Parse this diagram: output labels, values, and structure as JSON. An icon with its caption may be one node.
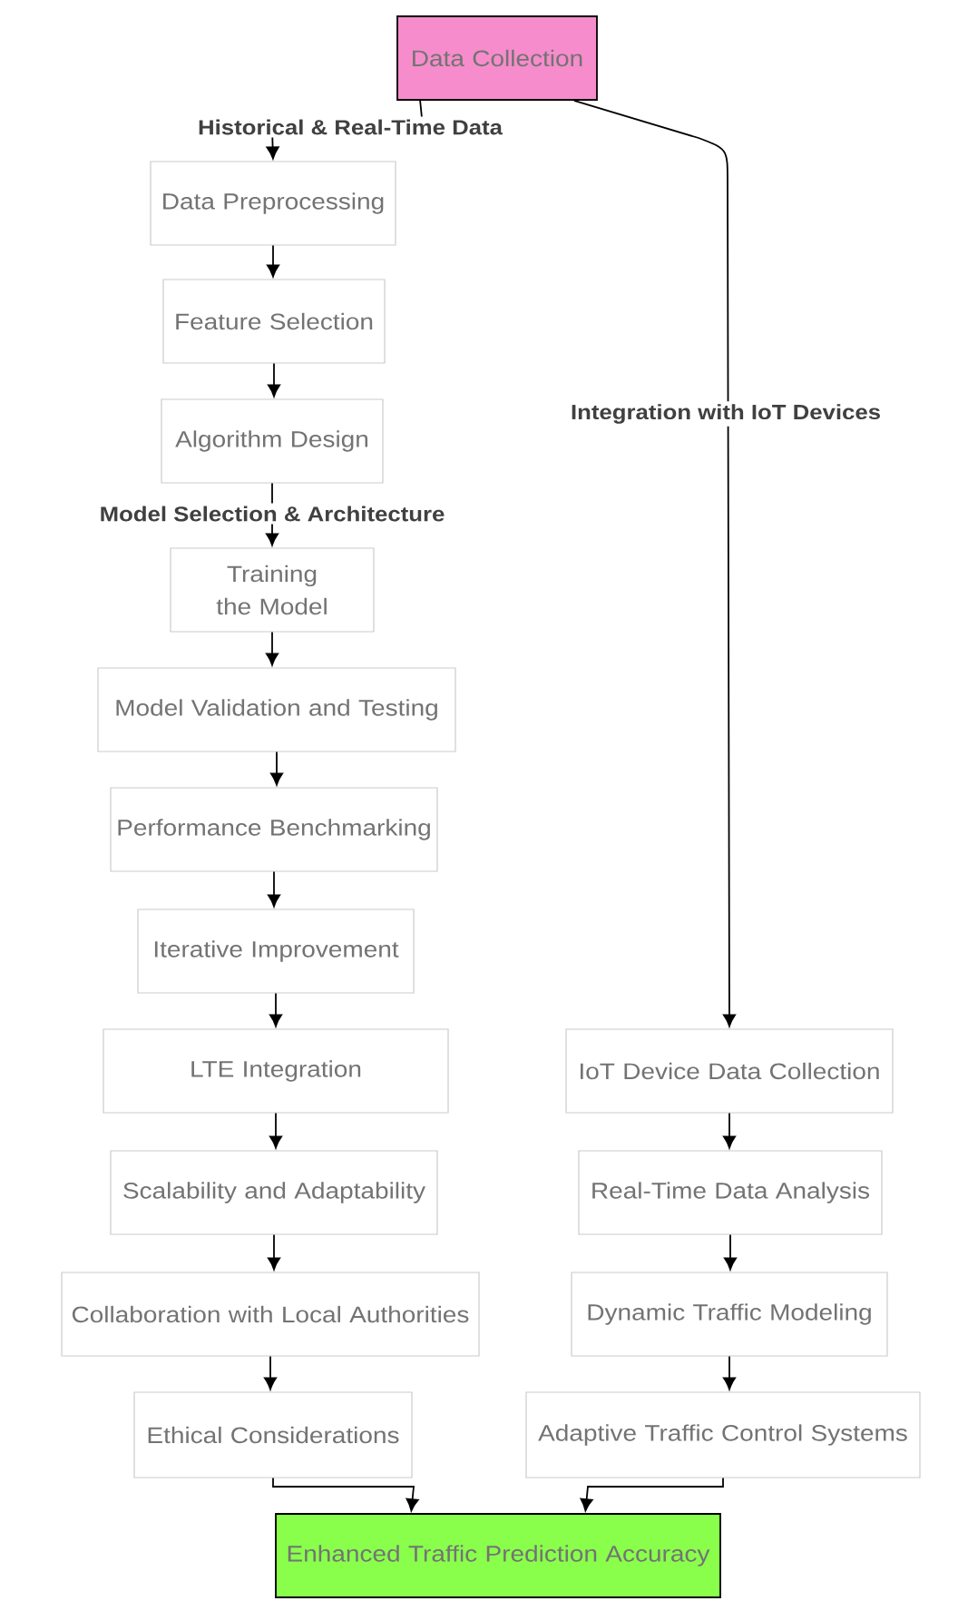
{
  "diagram": {
    "nodes": [
      {
        "text": [
          "Data Collection"
        ]
      },
      {
        "text": [
          "Data Preprocessing"
        ]
      },
      {
        "text": [
          "Feature Selection"
        ]
      },
      {
        "text": [
          "Algorithm Design"
        ]
      },
      {
        "text": [
          "Training the Model"
        ]
      },
      {
        "text": [
          "Model Validation and Testing"
        ]
      },
      {
        "text": [
          "Performance Benchmarking"
        ]
      },
      {
        "text": [
          "Iterative Improvement"
        ]
      },
      {
        "text": [
          "LTE Integration"
        ]
      },
      {
        "text": [
          "Scalability and Adaptability"
        ]
      },
      {
        "text": [
          "Collaboration with Local Authorities"
        ]
      },
      {
        "text": [
          "Ethical Considerations"
        ]
      },
      {
        "text": [
          "IoT Device Data Collection"
        ]
      },
      {
        "text": [
          "Real-Time Data Analysis"
        ]
      },
      {
        "text": [
          "Dynamic Traffic Modeling"
        ]
      },
      {
        "text": [
          "Adaptive Traffic Control Systems"
        ]
      },
      {
        "text": [
          "Enhanced Traffic Prediction Accuracy"
        ]
      }
    ],
    "edges": [
      {
        "from": 0,
        "to": 1,
        "arrow": "to",
        "label": "Historical & Real-Time Data"
      },
      {
        "from": 0,
        "to": 12,
        "arrow": "to",
        "label": "Integration with IoT Devices"
      },
      {
        "from": 1,
        "to": 2,
        "arrow": "to"
      },
      {
        "from": 2,
        "to": 3,
        "arrow": "to"
      },
      {
        "from": 3,
        "to": 4,
        "arrow": "to",
        "label": "Model Selection & Architecture"
      },
      {
        "from": 4,
        "to": 5,
        "arrow": "to"
      },
      {
        "from": 5,
        "to": 6,
        "arrow": "to"
      },
      {
        "from": 6,
        "to": 7,
        "arrow": "to"
      },
      {
        "from": 7,
        "to": 8,
        "arrow": "to"
      },
      {
        "from": 8,
        "to": 9,
        "arrow": "to"
      },
      {
        "from": 9,
        "to": 10,
        "arrow": "to"
      },
      {
        "from": 10,
        "to": 11,
        "arrow": "to"
      },
      {
        "from": 12,
        "to": 13,
        "arrow": "to"
      },
      {
        "from": 13,
        "to": 14,
        "arrow": "to"
      },
      {
        "from": 14,
        "to": 15,
        "arrow": "to"
      },
      {
        "from": 11,
        "to": 16,
        "arrow": "to"
      },
      {
        "from": 15,
        "to": 16,
        "arrow": "to"
      }
    ]
  }
}
